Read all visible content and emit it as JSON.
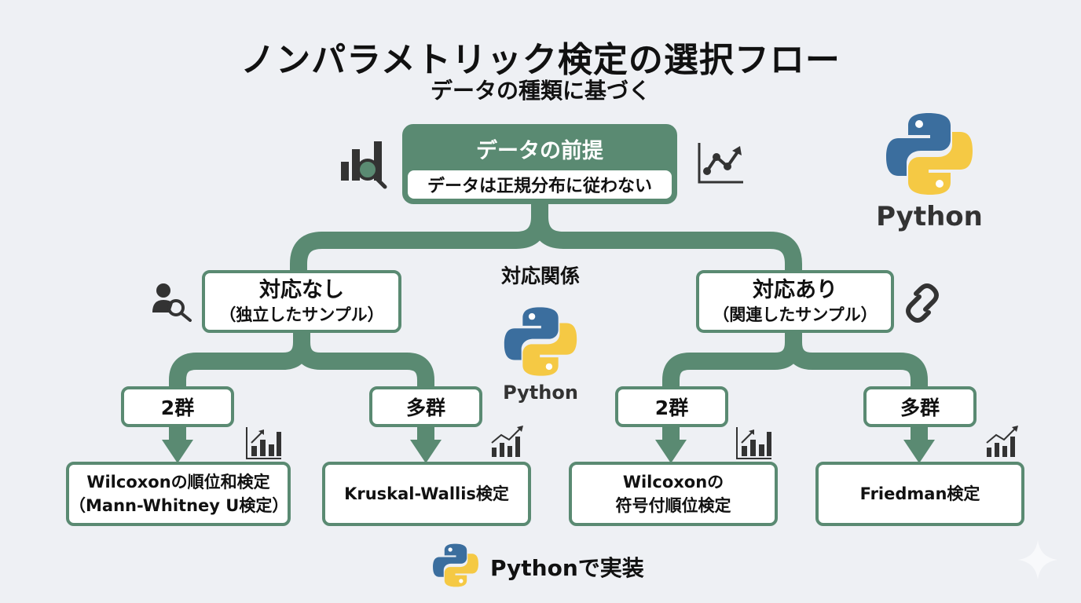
{
  "title": "ノンパラメトリック検定の選択フロー",
  "subtitle": "データの種類に基づく",
  "premise": {
    "header": "データの前提",
    "body": "データは正規分布に従わない"
  },
  "criterion_label": "対応関係",
  "branches": {
    "unpaired": {
      "title": "対応なし",
      "subtitle": "（独立したサンプル）",
      "two_groups": {
        "label": "2群",
        "result_line1": "Wilcoxonの順位和検定",
        "result_line2": "（Mann-Whitney U検定）"
      },
      "multi_groups": {
        "label": "多群",
        "result_line1": "Kruskal-Wallis検定"
      }
    },
    "paired": {
      "title": "対応あり",
      "subtitle": "（関連したサンプル）",
      "two_groups": {
        "label": "2群",
        "result_line1": "Wilcoxonの",
        "result_line2": "符号付順位検定"
      },
      "multi_groups": {
        "label": "多群",
        "result_line1": "Friedman検定"
      }
    }
  },
  "python_logo_label": "Python",
  "footer": "Pythonで実装",
  "colors": {
    "accent_green": "#5a8a72",
    "background": "#eef0f4",
    "python_blue": "#3b6e9e",
    "python_yellow": "#f5c944",
    "icon_dark": "#333333"
  },
  "icons": {
    "premise_left": "bar-chart-magnifier-icon",
    "premise_right": "line-chart-trend-icon",
    "unpaired": "user-search-icon",
    "paired": "link-chain-icon",
    "results": "bar-chart-growth-icon",
    "watermark": "sparkle-icon"
  }
}
